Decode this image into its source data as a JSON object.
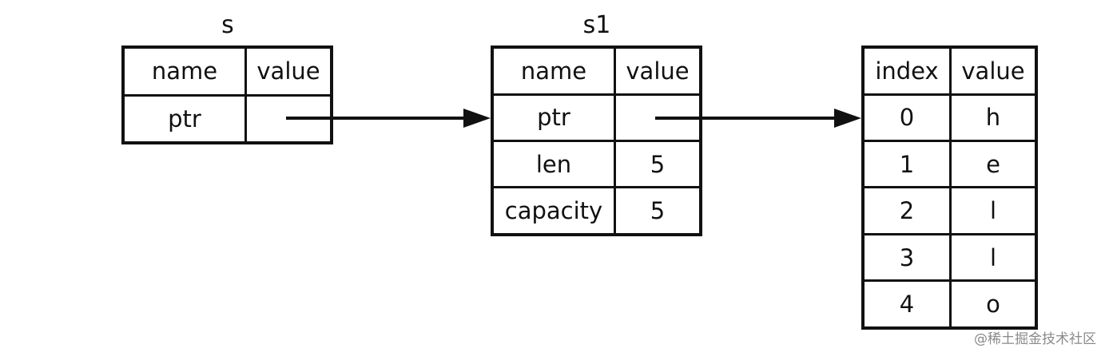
{
  "stack_s": {
    "title": "s",
    "header": {
      "name": "name",
      "value": "value"
    },
    "rows": [
      {
        "name": "ptr",
        "value": ""
      }
    ]
  },
  "stack_s1": {
    "title": "s1",
    "header": {
      "name": "name",
      "value": "value"
    },
    "rows": [
      {
        "name": "ptr",
        "value": ""
      },
      {
        "name": "len",
        "value": "5"
      },
      {
        "name": "capacity",
        "value": "5"
      }
    ]
  },
  "heap": {
    "header": {
      "index": "index",
      "value": "value"
    },
    "rows": [
      {
        "index": "0",
        "value": "h"
      },
      {
        "index": "1",
        "value": "e"
      },
      {
        "index": "2",
        "value": "l"
      },
      {
        "index": "3",
        "value": "l"
      },
      {
        "index": "4",
        "value": "o"
      }
    ]
  },
  "watermark": "@稀土掘金技术社区",
  "colors": {
    "line": "#111111",
    "background": "#ffffff",
    "watermark": "#8a8a8a"
  }
}
